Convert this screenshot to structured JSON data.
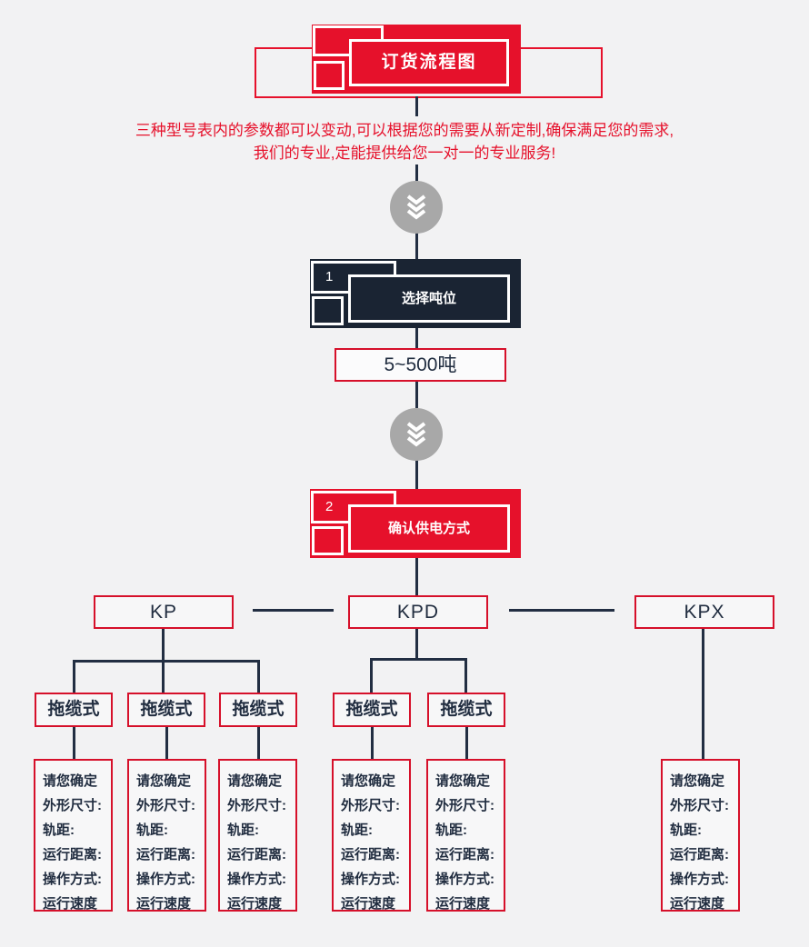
{
  "colors": {
    "page_bg": "#f2f2f3",
    "red": "#e6112b",
    "red_border": "#d6102a",
    "navy_fill": "#1a2433",
    "line": "#222e42",
    "text": "#212d40",
    "box_bg": "#f7f7f8",
    "circle": "#a8a8a8"
  },
  "header": {
    "title": "订货流程图"
  },
  "intro": {
    "line1": "三种型号表内的参数都可以变动,可以根据您的需要从新定制,确保满足您的需求,",
    "line2": "我们的专业,定能提供给您一对一的专业服务!"
  },
  "icons": {
    "down": "chevron-triple-down"
  },
  "steps": [
    {
      "number": "1",
      "label": "选择吨位"
    },
    {
      "number": "2",
      "label": "确认供电方式"
    }
  ],
  "tonnage": {
    "label": "5~500吨"
  },
  "models": [
    {
      "label": "KP"
    },
    {
      "label": "KPD"
    },
    {
      "label": "KPX"
    }
  ],
  "cable": [
    {
      "label": "拖缆式"
    },
    {
      "label": "拖缆式"
    },
    {
      "label": "拖缆式"
    },
    {
      "label": "拖缆式"
    },
    {
      "label": "拖缆式"
    }
  ],
  "spec": {
    "lines": [
      "请您确定",
      "外形尺寸:",
      "轨距:",
      "运行距离:",
      "操作方式:",
      "运行速度"
    ]
  }
}
